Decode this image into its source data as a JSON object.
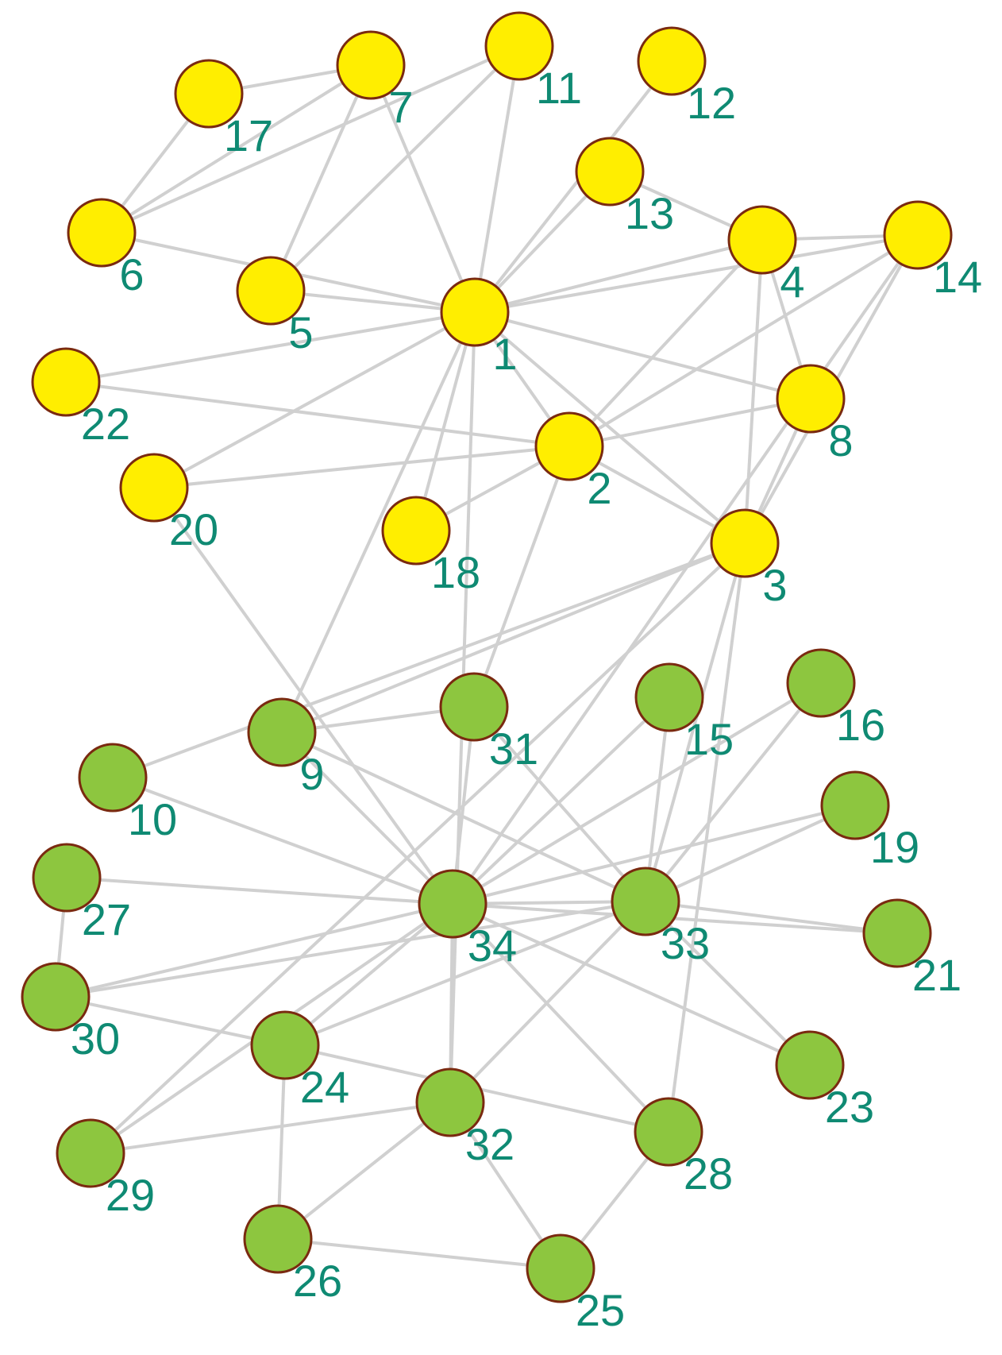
{
  "colors": {
    "community_a": "#ffee00",
    "community_b": "#8dc63f",
    "node_border": "#7a2a10",
    "edge": "#d0d0d0",
    "label": "#0f8a73"
  },
  "nodes": [
    {
      "id": 1,
      "label": "1",
      "group": "a"
    },
    {
      "id": 2,
      "label": "2",
      "group": "a"
    },
    {
      "id": 3,
      "label": "3",
      "group": "a"
    },
    {
      "id": 4,
      "label": "4",
      "group": "a"
    },
    {
      "id": 5,
      "label": "5",
      "group": "a"
    },
    {
      "id": 6,
      "label": "6",
      "group": "a"
    },
    {
      "id": 7,
      "label": "7",
      "group": "a"
    },
    {
      "id": 8,
      "label": "8",
      "group": "a"
    },
    {
      "id": 9,
      "label": "9",
      "group": "b"
    },
    {
      "id": 10,
      "label": "10",
      "group": "b"
    },
    {
      "id": 11,
      "label": "11",
      "group": "a"
    },
    {
      "id": 12,
      "label": "12",
      "group": "a"
    },
    {
      "id": 13,
      "label": "13",
      "group": "a"
    },
    {
      "id": 14,
      "label": "14",
      "group": "a"
    },
    {
      "id": 15,
      "label": "15",
      "group": "b"
    },
    {
      "id": 16,
      "label": "16",
      "group": "b"
    },
    {
      "id": 17,
      "label": "17",
      "group": "a"
    },
    {
      "id": 18,
      "label": "18",
      "group": "a"
    },
    {
      "id": 19,
      "label": "19",
      "group": "b"
    },
    {
      "id": 20,
      "label": "20",
      "group": "a"
    },
    {
      "id": 21,
      "label": "21",
      "group": "b"
    },
    {
      "id": 22,
      "label": "22",
      "group": "a"
    },
    {
      "id": 23,
      "label": "23",
      "group": "b"
    },
    {
      "id": 24,
      "label": "24",
      "group": "b"
    },
    {
      "id": 25,
      "label": "25",
      "group": "b"
    },
    {
      "id": 26,
      "label": "26",
      "group": "b"
    },
    {
      "id": 27,
      "label": "27",
      "group": "b"
    },
    {
      "id": 28,
      "label": "28",
      "group": "b"
    },
    {
      "id": 29,
      "label": "29",
      "group": "b"
    },
    {
      "id": 30,
      "label": "30",
      "group": "b"
    },
    {
      "id": 31,
      "label": "31",
      "group": "b"
    },
    {
      "id": 32,
      "label": "32",
      "group": "b"
    },
    {
      "id": 33,
      "label": "33",
      "group": "b"
    },
    {
      "id": 34,
      "label": "34",
      "group": "b"
    }
  ],
  "edges": [
    [
      1,
      2
    ],
    [
      1,
      3
    ],
    [
      1,
      4
    ],
    [
      1,
      5
    ],
    [
      1,
      6
    ],
    [
      1,
      7
    ],
    [
      1,
      8
    ],
    [
      1,
      9
    ],
    [
      1,
      11
    ],
    [
      1,
      12
    ],
    [
      1,
      13
    ],
    [
      1,
      14
    ],
    [
      1,
      18
    ],
    [
      1,
      20
    ],
    [
      1,
      22
    ],
    [
      1,
      32
    ],
    [
      2,
      3
    ],
    [
      2,
      4
    ],
    [
      2,
      8
    ],
    [
      2,
      14
    ],
    [
      2,
      18
    ],
    [
      2,
      20
    ],
    [
      2,
      22
    ],
    [
      2,
      31
    ],
    [
      3,
      4
    ],
    [
      3,
      8
    ],
    [
      3,
      9
    ],
    [
      3,
      10
    ],
    [
      3,
      14
    ],
    [
      3,
      28
    ],
    [
      3,
      29
    ],
    [
      3,
      33
    ],
    [
      4,
      8
    ],
    [
      4,
      13
    ],
    [
      4,
      14
    ],
    [
      5,
      7
    ],
    [
      5,
      11
    ],
    [
      6,
      7
    ],
    [
      6,
      11
    ],
    [
      6,
      17
    ],
    [
      7,
      17
    ],
    [
      9,
      31
    ],
    [
      9,
      33
    ],
    [
      9,
      34
    ],
    [
      10,
      34
    ],
    [
      14,
      34
    ],
    [
      15,
      33
    ],
    [
      15,
      34
    ],
    [
      16,
      33
    ],
    [
      16,
      34
    ],
    [
      19,
      33
    ],
    [
      19,
      34
    ],
    [
      20,
      34
    ],
    [
      21,
      33
    ],
    [
      21,
      34
    ],
    [
      23,
      33
    ],
    [
      23,
      34
    ],
    [
      24,
      26
    ],
    [
      24,
      28
    ],
    [
      24,
      30
    ],
    [
      24,
      33
    ],
    [
      24,
      34
    ],
    [
      25,
      26
    ],
    [
      25,
      28
    ],
    [
      25,
      32
    ],
    [
      26,
      32
    ],
    [
      27,
      30
    ],
    [
      27,
      34
    ],
    [
      28,
      34
    ],
    [
      29,
      32
    ],
    [
      29,
      34
    ],
    [
      30,
      33
    ],
    [
      30,
      34
    ],
    [
      31,
      33
    ],
    [
      31,
      34
    ],
    [
      32,
      33
    ],
    [
      32,
      34
    ],
    [
      33,
      34
    ]
  ]
}
